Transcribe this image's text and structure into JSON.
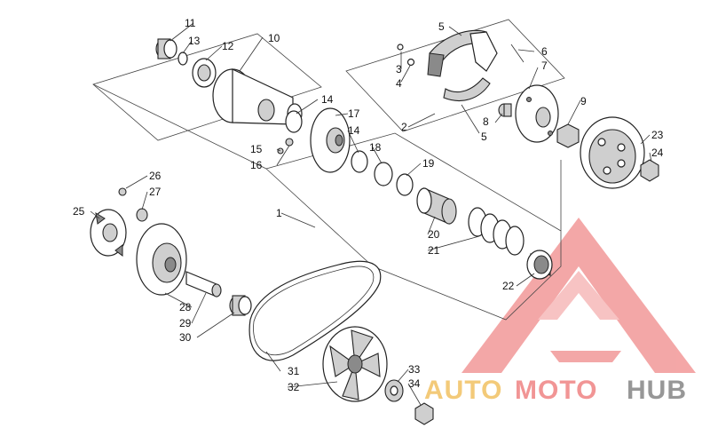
{
  "diagram": {
    "part_numbers": [
      "1",
      "2",
      "3",
      "4",
      "5",
      "5",
      "6",
      "7",
      "8",
      "9",
      "10",
      "11",
      "12",
      "13",
      "14",
      "14",
      "15",
      "16",
      "17",
      "18",
      "19",
      "20",
      "21",
      "22",
      "23",
      "24",
      "25",
      "26",
      "27",
      "28",
      "29",
      "30",
      "31",
      "32",
      "33",
      "34"
    ]
  },
  "watermark": {
    "part1": "AUTO",
    "part2": "MOTO",
    "part3": "HUB",
    "colors": {
      "auto": "#f2c56b",
      "moto": "#f08a8a",
      "hub": "#8c8c8c",
      "triangle": "#f07a7a"
    }
  }
}
